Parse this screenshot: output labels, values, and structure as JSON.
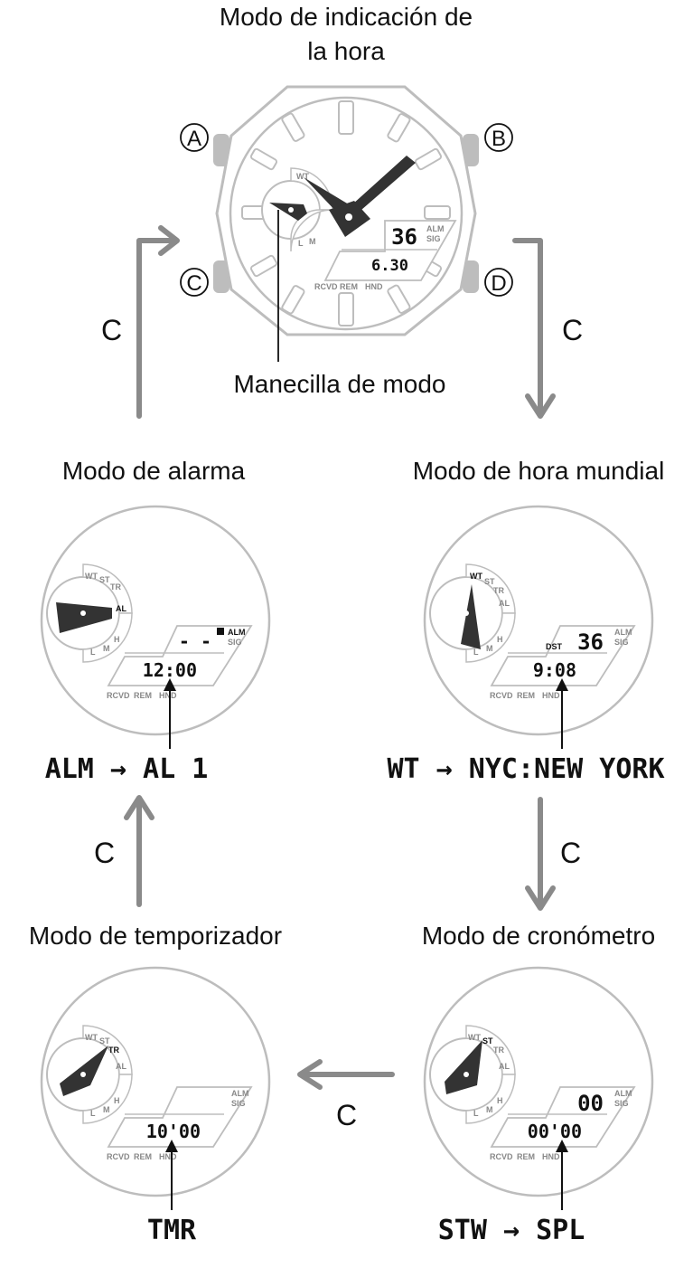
{
  "title": {
    "line1": "Modo de indicación de",
    "line2": "la hora"
  },
  "main_watch": {
    "buttons": [
      "A",
      "B",
      "C",
      "D"
    ],
    "display_top": "36",
    "display_bottom": "6.30",
    "right_tags": [
      "ALM",
      "SIG"
    ],
    "bottom_tags": [
      "RCVD",
      "REM",
      "HND"
    ],
    "dial_marks": [
      "WT",
      "L",
      "M"
    ],
    "hand_label": "Manecilla de modo"
  },
  "arrows": {
    "c_label": "C"
  },
  "modes": {
    "alarm": {
      "title": "Modo de alarma",
      "display_top": "- -",
      "display_bottom": "12:00",
      "marker": "ALM",
      "sig": "SIG",
      "bottom_tags": [
        "RCVD",
        "REM",
        "HND"
      ],
      "dial_marks": [
        "WT",
        "ST",
        "TR",
        "AL",
        "L",
        "M",
        "H"
      ],
      "code": "ALM → AL 1"
    },
    "world_time": {
      "title": "Modo de hora mundial",
      "dst": "DST",
      "display_top": "36",
      "display_bottom": "9:08",
      "right_tags": [
        "ALM",
        "SIG"
      ],
      "bottom_tags": [
        "RCVD",
        "REM",
        "HND"
      ],
      "dial_marks": [
        "WT",
        "ST",
        "TR",
        "AL",
        "L",
        "M",
        "H"
      ],
      "code": "WT → NYC:NEW YORK"
    },
    "timer": {
      "title": "Modo de temporizador",
      "display_bottom": "10'00",
      "right_tags": [
        "ALM",
        "SIG"
      ],
      "bottom_tags": [
        "RCVD",
        "REM",
        "HND"
      ],
      "dial_marks": [
        "WT",
        "ST",
        "TR",
        "AL",
        "L",
        "M",
        "H"
      ],
      "code": "TMR"
    },
    "stopwatch": {
      "title": "Modo de cronómetro",
      "display_top": "00",
      "display_bottom": "00'00",
      "right_tags": [
        "ALM",
        "SIG"
      ],
      "bottom_tags": [
        "RCVD",
        "REM",
        "HND"
      ],
      "dial_marks": [
        "WT",
        "ST",
        "TR",
        "AL",
        "L",
        "M",
        "H"
      ],
      "code": "STW → SPL"
    }
  }
}
